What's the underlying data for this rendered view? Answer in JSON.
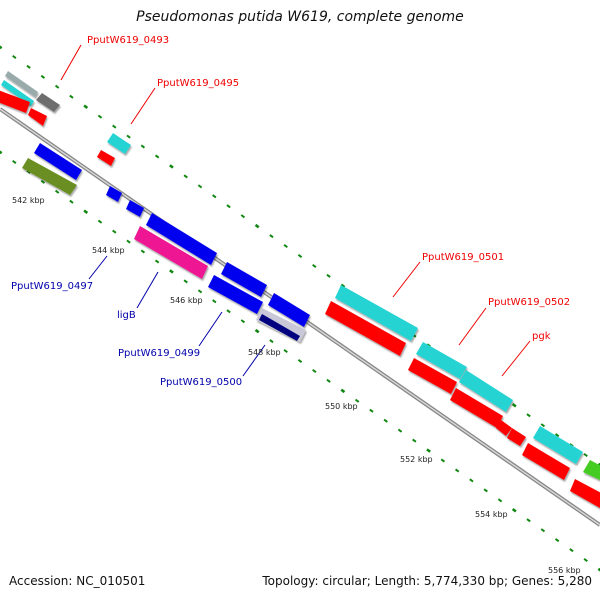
{
  "title": "Pseudomonas putida W619, complete genome",
  "footer": {
    "accession": "Accession: NC_010501",
    "summary": "Topology: circular; Length: 5,774,330 bp; Genes: 5,280"
  },
  "colors": {
    "backbone": "#8a8a8a",
    "tick": "#118811",
    "cds": "#ff0000",
    "gene_plus": "#27d3d3",
    "gene_minus": "#0000ee",
    "label_plus": "#ee0000",
    "label_minus": "#0000aa",
    "olive": "#6b8e23",
    "pink": "#ee1493",
    "gray": "#808080",
    "navy": "#000080"
  },
  "scale_labels": [
    "542 kbp",
    "544 kbp",
    "546 kbp",
    "548 kbp",
    "550 kbp",
    "552 kbp",
    "554 kbp",
    "556 kbp"
  ],
  "gene_labels_plus": [
    "PputW619_0493",
    "PputW619_0495",
    "PputW619_0501",
    "PputW619_0502",
    "pgk"
  ],
  "gene_labels_minus": [
    "PputW619_0497",
    "ligB",
    "PputW619_0499",
    "PputW619_0500"
  ]
}
